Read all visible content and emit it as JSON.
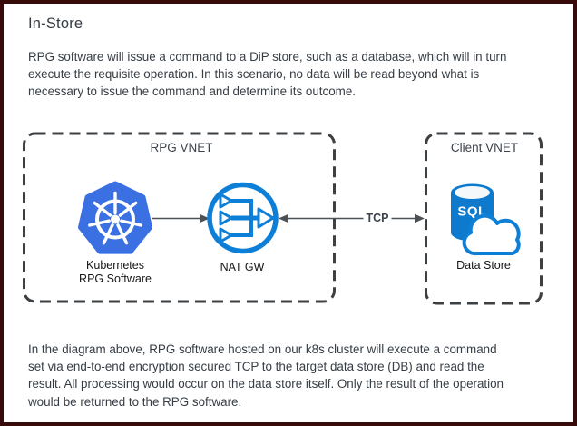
{
  "header": {
    "title": "In-Store"
  },
  "intro": {
    "lines": [
      "RPG software will issue a command to a DiP store, such as a database, which will in turn",
      "execute the requisite operation. In this scenario, no data will be read beyond what is",
      "necessary to issue the command and determine its outcome."
    ]
  },
  "diagram": {
    "containers": [
      {
        "id": "rpg-vnet",
        "label": "RPG VNET"
      },
      {
        "id": "client-vnet",
        "label": "Client VNET"
      }
    ],
    "nodes": [
      {
        "id": "kubernetes",
        "icon": "kubernetes-icon",
        "label_line1": "Kubernetes",
        "label_line2": "RPG Software"
      },
      {
        "id": "nat-gw",
        "icon": "nat-gateway-icon",
        "label": "NAT GW"
      },
      {
        "id": "data-store",
        "icon": "sql-database-icon",
        "icon_text": "SQL",
        "label": "Data Store"
      }
    ],
    "edges": [
      {
        "from": "kubernetes",
        "to": "nat-gw",
        "direction": "right",
        "label": ""
      },
      {
        "from": "nat-gw",
        "to": "data-store",
        "direction": "both",
        "label": "TCP"
      }
    ],
    "colors": {
      "kubernetes_blue": "#3a70e2",
      "azure_blue": "#0e7fd6",
      "sql_cylinder_blue": "#0e7ace",
      "container_stroke": "#3c4043",
      "arrow_stroke": "#4c5156",
      "frame_border": "#380b0b"
    }
  },
  "footer": {
    "lines": [
      "In the diagram above, RPG software hosted on our k8s cluster will execute a command",
      "set via end-to-end encryption secured TCP to the target data store (DB) and read the",
      "result. All processing would occur on the data store itself. Only the result of the operation",
      "would be returned to the RPG software."
    ]
  }
}
